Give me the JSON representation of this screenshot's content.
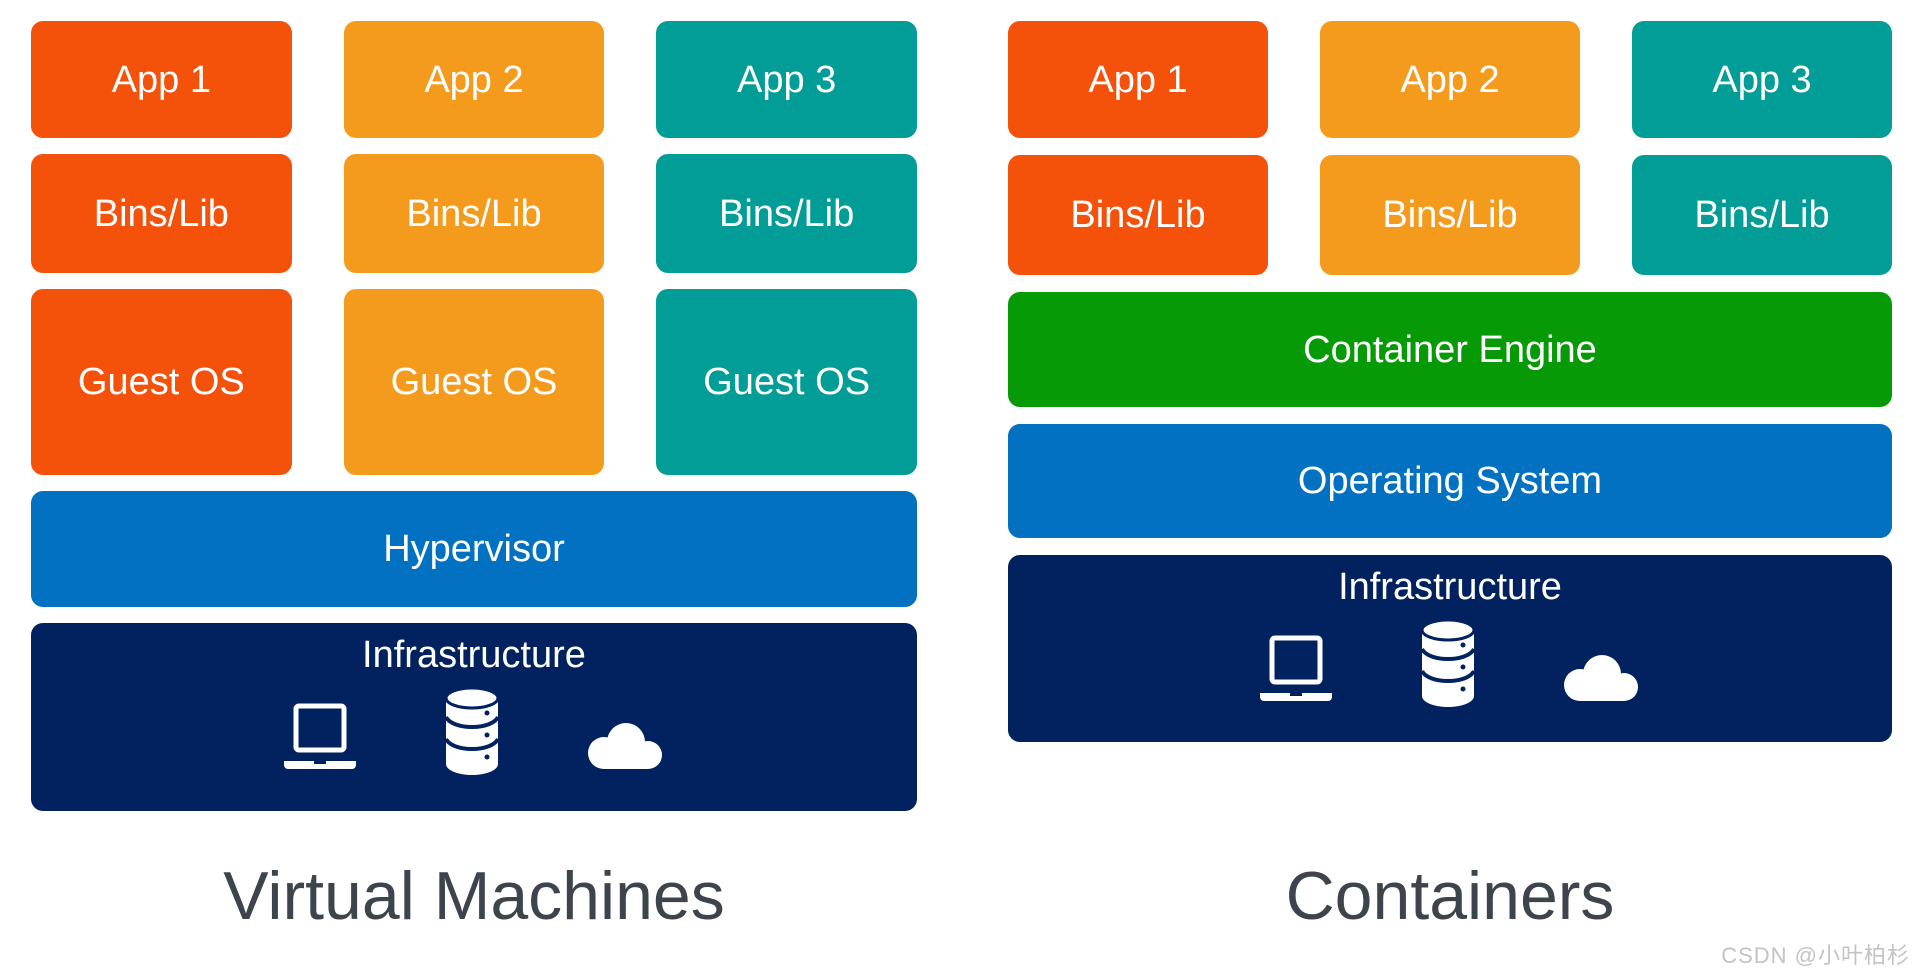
{
  "diagram": {
    "left": {
      "title": "Virtual Machines",
      "columns": [
        {
          "app": "App 1",
          "bins": "Bins/Lib",
          "guest": "Guest OS"
        },
        {
          "app": "App 2",
          "bins": "Bins/Lib",
          "guest": "Guest OS"
        },
        {
          "app": "App 3",
          "bins": "Bins/Lib",
          "guest": "Guest OS"
        }
      ],
      "hypervisor": "Hypervisor",
      "infrastructure": "Infrastructure"
    },
    "right": {
      "title": "Containers",
      "columns": [
        {
          "app": "App 1",
          "bins": "Bins/Lib"
        },
        {
          "app": "App 2",
          "bins": "Bins/Lib"
        },
        {
          "app": "App 3",
          "bins": "Bins/Lib"
        }
      ],
      "container_engine": "Container Engine",
      "operating_system": "Operating System",
      "infrastructure": "Infrastructure"
    },
    "infrastructure_icons": [
      "laptop-icon",
      "database-icon",
      "cloud-icon"
    ]
  },
  "watermark": "CSDN @小叶柏杉",
  "colors": {
    "app1": "#F4510B",
    "app2": "#F49B1E",
    "app3": "#029D97",
    "blue": "#0271C2",
    "green": "#069B06",
    "navy": "#02225F",
    "box_text": "#FFFFFF",
    "title_text": "#3D444C",
    "watermark_text": "#C3C3C3",
    "background": "#FFFFFF"
  }
}
